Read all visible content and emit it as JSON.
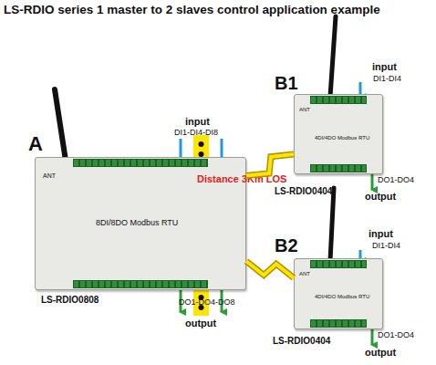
{
  "diagram": {
    "title": "LS-RDIO series 1 master to 2 slaves control application example",
    "nodes": [
      {
        "text": [
          "A",
          "ANT",
          "8DI/8DO Modbus RTU",
          "LS-RDIO0808"
        ]
      },
      {
        "text": [
          "B1",
          "ANT",
          "4DI/4DO Modbus RTU",
          "LS-RDIO0404"
        ]
      },
      {
        "text": [
          "B2",
          "ANT",
          "4DI/4DO Modbus RTU",
          "LS-RDIO0404"
        ]
      }
    ],
    "edges": [
      {
        "from": 0,
        "to": 1,
        "arrow": "none"
      },
      {
        "from": 0,
        "to": 2,
        "arrow": "none"
      }
    ],
    "labels": [
      "input",
      "DI1-DI4-DI8",
      "DO1-DO4-DO8",
      "output",
      "Distance 3Km LOS",
      "input",
      "DI1-DI4",
      "DO1-DO4",
      "output",
      "input",
      "DI1-DI4",
      "DO1-DO4",
      "output"
    ]
  }
}
